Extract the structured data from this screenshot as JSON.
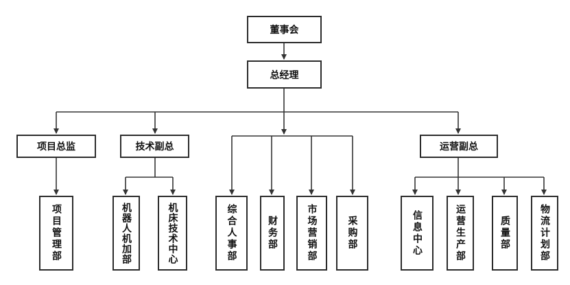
{
  "org_chart": {
    "root": "董事会",
    "gm": "总经理",
    "level2": [
      {
        "id": "xmzj",
        "label": "项目总监"
      },
      {
        "id": "jsfz",
        "label": "技术副总"
      },
      {
        "id": "yyfz",
        "label": "运营副总"
      }
    ],
    "depts": [
      {
        "id": "xmglb",
        "label": "项目管理部",
        "parent": "xmzj"
      },
      {
        "id": "jqrjgb",
        "label": "机器人机加部",
        "parent": "jsfz"
      },
      {
        "id": "jcjszx",
        "label": "机床技术中心",
        "parent": "jsfz"
      },
      {
        "id": "zhrsb",
        "label": "综合人事部",
        "parent": "gm"
      },
      {
        "id": "cwb",
        "label": "财务部",
        "parent": "gm"
      },
      {
        "id": "scyxb",
        "label": "市场营销部",
        "parent": "gm"
      },
      {
        "id": "cgb",
        "label": "采购部",
        "parent": "gm"
      },
      {
        "id": "xxzx",
        "label": "信息中心",
        "parent": "yyfz"
      },
      {
        "id": "yyscb",
        "label": "运营生产部",
        "parent": "yyfz"
      },
      {
        "id": "zlb",
        "label": "质量部",
        "parent": "yyfz"
      },
      {
        "id": "wljhb",
        "label": "物流计划部",
        "parent": "yyfz"
      }
    ]
  }
}
